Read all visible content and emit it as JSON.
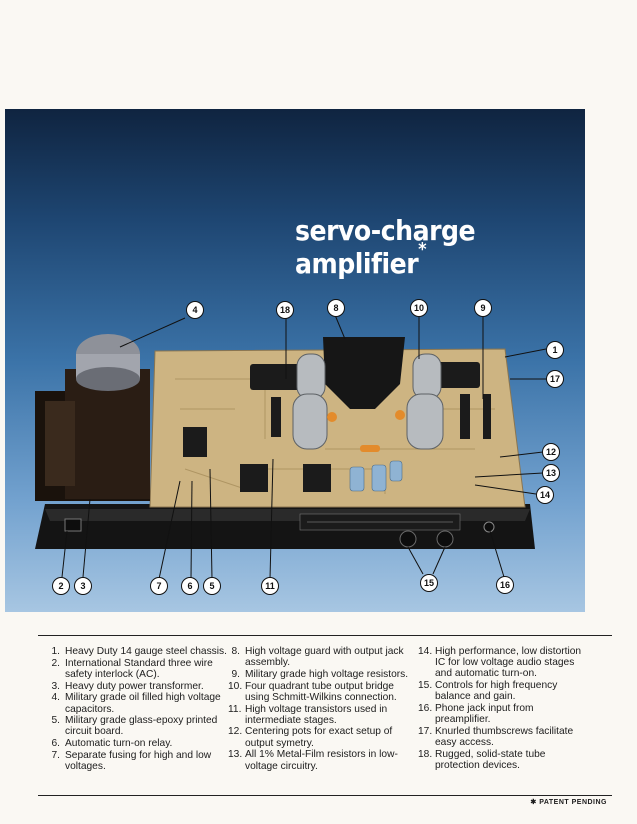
{
  "title": "servo-charge amplifier",
  "title_asterisk": "*",
  "callouts": [
    "4",
    "18",
    "8",
    "10",
    "9",
    "1",
    "17",
    "12",
    "13",
    "14",
    "2",
    "3",
    "7",
    "6",
    "5",
    "11",
    "15",
    "16"
  ],
  "features": [
    {
      "num": "1.",
      "text": "Heavy Duty 14 gauge steel chassis."
    },
    {
      "num": "2.",
      "text": "International Standard three wire safety interlock (AC)."
    },
    {
      "num": "3.",
      "text": "Heavy duty power transformer."
    },
    {
      "num": "4.",
      "text": "Military grade oil filled high voltage capacitors."
    },
    {
      "num": "5.",
      "text": "Military grade glass-epoxy printed circuit board."
    },
    {
      "num": "6.",
      "text": "Automatic turn-on relay."
    },
    {
      "num": "7.",
      "text": "Separate fusing for high and low voltages."
    },
    {
      "num": "8.",
      "text": "High voltage guard with output jack assembly."
    },
    {
      "num": "9.",
      "text": "Military grade high voltage resistors."
    },
    {
      "num": "10.",
      "text": "Four quadrant tube output bridge using Schmitt-Wilkins connection."
    },
    {
      "num": "11.",
      "text": "High voltage transistors used in intermediate stages."
    },
    {
      "num": "12.",
      "text": "Centering pots for exact setup of output symetry."
    },
    {
      "num": "13.",
      "text": "All 1% Metal-Film resistors in low-voltage circuitry."
    },
    {
      "num": "14.",
      "text": "High performance, low distortion IC for low voltage audio stages and automatic turn-on."
    },
    {
      "num": "15.",
      "text": "Controls for high frequency balance and gain."
    },
    {
      "num": "16.",
      "text": "Phone jack input from preamplifier."
    },
    {
      "num": "17.",
      "text": "Knurled thumbscrews facilitate easy access."
    },
    {
      "num": "18.",
      "text": "Rugged, solid-state tube protection devices."
    }
  ],
  "footnote": "✱ PATENT PENDING"
}
